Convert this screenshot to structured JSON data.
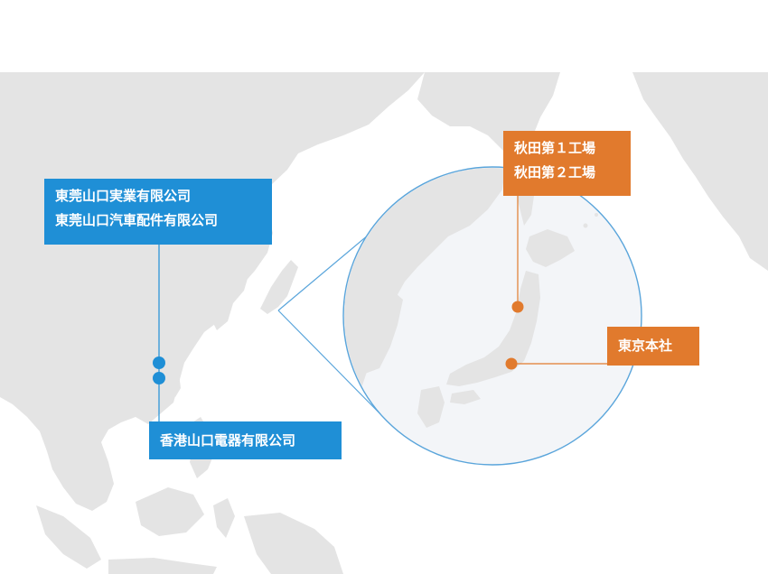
{
  "locations": {
    "china_group": {
      "lines": [
        "東莞山口実業有限公司",
        "東莞山口汽車配件有限公司"
      ]
    },
    "hongkong": {
      "lines": [
        "香港山口電器有限公司"
      ]
    },
    "akita": {
      "lines": [
        "秋田第１工場",
        "秋田第２工場"
      ]
    },
    "tokyo": {
      "lines": [
        "東京本社"
      ]
    }
  },
  "colors": {
    "china_label": "#1f8fd6",
    "japan_label": "#e17a2d",
    "land": "#e4e4e4",
    "sea": "#ffffff",
    "zoom_circle_stroke": "#5aa5db",
    "zoom_circle_fill": "#f3f5f8"
  }
}
